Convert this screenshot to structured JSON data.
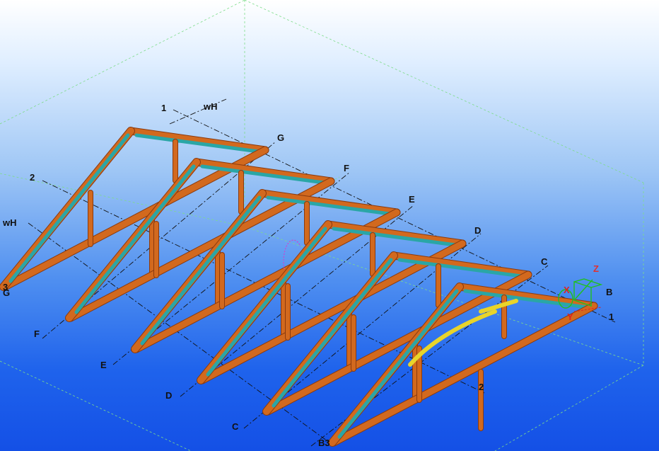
{
  "view": {
    "background_top": "#ffffff",
    "background_bottom": "#1450e6",
    "work_area_color": "#7ddc8a",
    "grid_line_color": "#111111",
    "truss_color": "#d2691e",
    "truss_edge_color": "#8b3a0e",
    "cleat_color": "#2aa6a6",
    "selection_color": "#e8d42a",
    "highlight_color": "#d040d0"
  },
  "grid_labels": {
    "top_line_1": "1",
    "top_line_wH": "wH",
    "top_G": "G",
    "top_F": "F",
    "top_E": "E",
    "top_D": "D",
    "top_C": "C",
    "top_B": "B",
    "right_1": "1",
    "left_2": "2",
    "left_wH": "wH",
    "left_3": "3",
    "left_G": "G",
    "bottom_F": "F",
    "bottom_E": "E",
    "bottom_D": "D",
    "bottom_C": "C",
    "bottom_B3": "B3",
    "bottom_2": "2"
  },
  "axes": {
    "x_label": "X",
    "y_label": "Y",
    "z_label": "Z",
    "x_color": "#e02020",
    "y_color": "#e02020",
    "z_color": "#e03030",
    "gizmo_color": "#20c020"
  }
}
